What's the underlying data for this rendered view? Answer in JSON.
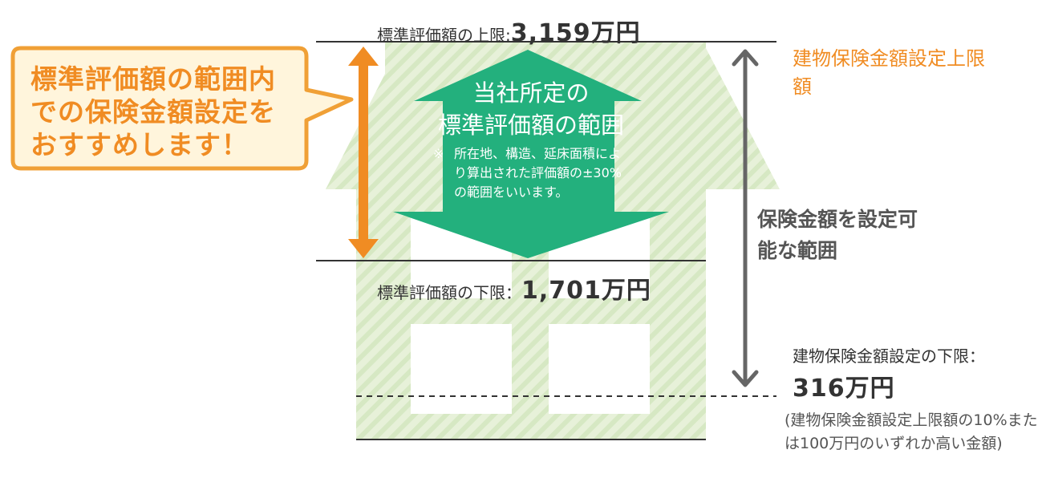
{
  "callout": {
    "text": "標準評価額の範囲内での保険金額設定をおすすめします！"
  },
  "upper_bound": {
    "label": "標準評価額の上限:",
    "amount": "3,159万円"
  },
  "lower_bound": {
    "label": "標準評価額の下限：",
    "amount": "1,701万円"
  },
  "center_arrow": {
    "title_line1": "当社所定の",
    "title_line2": "標準評価額の範囲",
    "note_prefix": "※",
    "note_body": "所在地、構造、延床面積により算出された評価額の±30%の範囲をいいます。"
  },
  "right_labels": {
    "upper_limit": "建物保険金額設定上限額",
    "settable_range": "保険金額を設定可能な範囲",
    "lower_limit_title": "建物保険金額設定の下限：",
    "lower_limit_amount": "316万円",
    "lower_limit_note": "(建物保険金額設定上限額の10%または100万円のいずれか高い金額)"
  },
  "colors": {
    "orange": "#f08c23",
    "green": "#23b07d",
    "house_green": "#e3efd3",
    "callout_bg": "#fff5dc",
    "gray_arrow": "#666666"
  }
}
